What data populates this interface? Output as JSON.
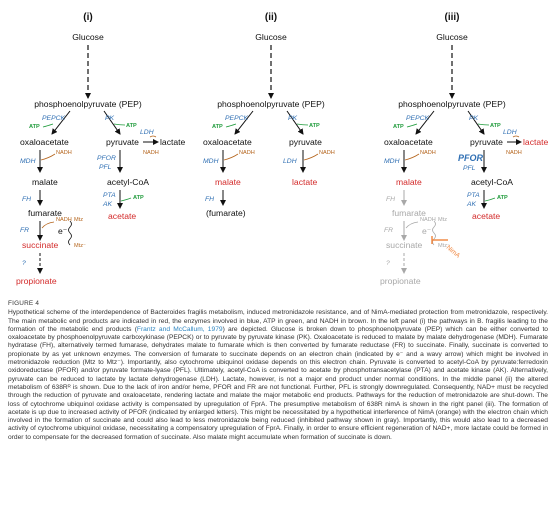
{
  "panels": [
    {
      "label": "(i)",
      "glucose": "Glucose",
      "pep": "phosphoenolpyruvate (PEP)",
      "pepck": "PEPCK",
      "pk": "PK",
      "atp": "ATP",
      "oxaloacetate": "oxaloacetate",
      "pyruvate": "pyruvate",
      "ldh": "LDH",
      "lactate": "lactate",
      "nadh": "NADH",
      "mdh": "MDH",
      "pfor": "PFOR",
      "pfl": "PFL",
      "malate": "malate",
      "acetyl_coa": "acetyl-CoA",
      "fh": "FH",
      "pta": "PTA",
      "ak": "AK",
      "fumarate": "fumarate",
      "acetate": "acetate",
      "mtz": "Mtz",
      "electron": "e⁻",
      "mtz_red": "Mtz⁻",
      "fr": "FR",
      "succinate": "succinate",
      "unknown": "?",
      "propionate": "propionate"
    },
    {
      "label": "(ii)",
      "glucose": "Glucose",
      "pep": "phosphoenolpyruvate (PEP)",
      "pepck": "PEPCK",
      "pk": "PK",
      "atp": "ATP",
      "oxaloacetate": "oxaloacetate",
      "pyruvate": "pyruvate",
      "nadh": "NADH",
      "mdh": "MDH",
      "ldh": "LDH",
      "malate": "malate",
      "lactate": "lactate",
      "fh": "FH",
      "fumarate": "(fumarate)"
    },
    {
      "label": "(iii)",
      "glucose": "Glucose",
      "pep": "phosphoenolpyruvate (PEP)",
      "pepck": "PEPCK",
      "pk": "PK",
      "atp": "ATP",
      "oxaloacetate": "oxaloacetate",
      "pyruvate": "pyruvate",
      "lactate": "lactate",
      "ldh": "LDH",
      "nadh": "NADH",
      "mdh": "MDH",
      "pfor": "PFOR",
      "pfl": "PFL",
      "malate": "malate",
      "acetyl_coa": "acetyl-CoA",
      "fh": "FH",
      "pta": "PTA",
      "ak": "AK",
      "fumarate": "fumarate",
      "acetate": "acetate",
      "mtz": "Mtz",
      "electron": "e⁻",
      "mtz_red": "Mtz⁻",
      "fr": "FR",
      "succinate": "succinate",
      "nimA": "NimA",
      "unknown": "?",
      "propionate": "propionate"
    }
  ],
  "caption": {
    "figure_label": "FIGURE 4",
    "text_before_cite": "Hypothetical scheme of the interdependence of Bacteroides fragilis metabolism, induced metronidazole resistance, and of NimA-mediated protection from metronidazole, respectively. The main metabolic end products are indicated in red, the enzymes involved in blue, ATP in green, and NADH in brown. In the left panel (i) the pathways in B. fragilis leading to the formation of the metabolic end products (",
    "cite": "Frantz and McCallum, 1979",
    "text_after_cite": ") are depicted. Glucose is broken down to phosphoenolpyruvate (PEP) which can be either converted to oxaloacetate by phosphoenolpyruvate carboxykinase (PEPCK) or to pyruvate by pyruvate kinase (PK). Oxaloacetate is reduced to malate by malate dehydrogenase (MDH). Fumarate hydratase (FH), alternatively termed fumarase, dehydrates malate to fumarate which is then converted by fumarate reductase (FR) to succinate. Finally, succinate is converted to propionate by as yet unknown enzymes. The conversion of fumarate to succinate depends on an electron chain (indicated by e⁻ and a wavy arrow) which might be involved in metronidazole reduction (Mtz to Mtz⁻). Importantly, also cytochrome ubiquinol oxidase depends on this electron chain. Pyruvate is converted to acetyl-CoA by pyruvate:ferredoxin oxidoreductase (PFOR) and/or pyruvate formate-lyase (PFL). Ultimately, acetyl-CoA is converted to acetate by phosphotransacetylase (PTA) and acetate kinase (AK). Alternatively, pyruvate can be reduced to lactate by lactate dehydrogenase (LDH). Lactate, however, is not a major end product under normal conditions. In the middle panel (ii) the altered metabolism of 638Rᴿ is shown. Due to the lack of iron and/or heme, PFOR and FR are not functional. Further, PFL is strongly downregulated. Consequently, NAD+ must be recycled through the reduction of pyruvate and oxaloacetate, rendering lactate and malate the major metabolic end products. Pathways for the reduction of metronidazole are shut-down. The loss of cytochrome ubiquinol oxidase activity is compensated by upregulation of FprA. The presumptive metabolism of 638R nimA is shown in the right panel (iii). The formation of acetate is up due to increased activity of PFOR (indicated by enlarged letters). This might be necessitated by a hypothetical interference of NimA (orange) with the electron chain which involved in the formation of succinate and could also lead to less metronidazole being reduced (inhibited pathway shown in gray). Importantly, this would also lead to a decreased activity of cytochrome ubiquinol oxidase, necessitating a compensatory upregulation of FprA. Finally, in order to ensure efficient regeneration of NAD+, more lactate could be formed in order to compensate for the decreased formation of succinate. Also malate might accumulate when formation of succinate is down."
  },
  "colors": {
    "enzyme": "#2f6fb3",
    "atp": "#1e9a3a",
    "nadh": "#b5651d",
    "end_product": "#d32a2a",
    "inhibited": "#a8a8a8",
    "nimA": "#f0843c",
    "citation": "#2e86c1"
  }
}
